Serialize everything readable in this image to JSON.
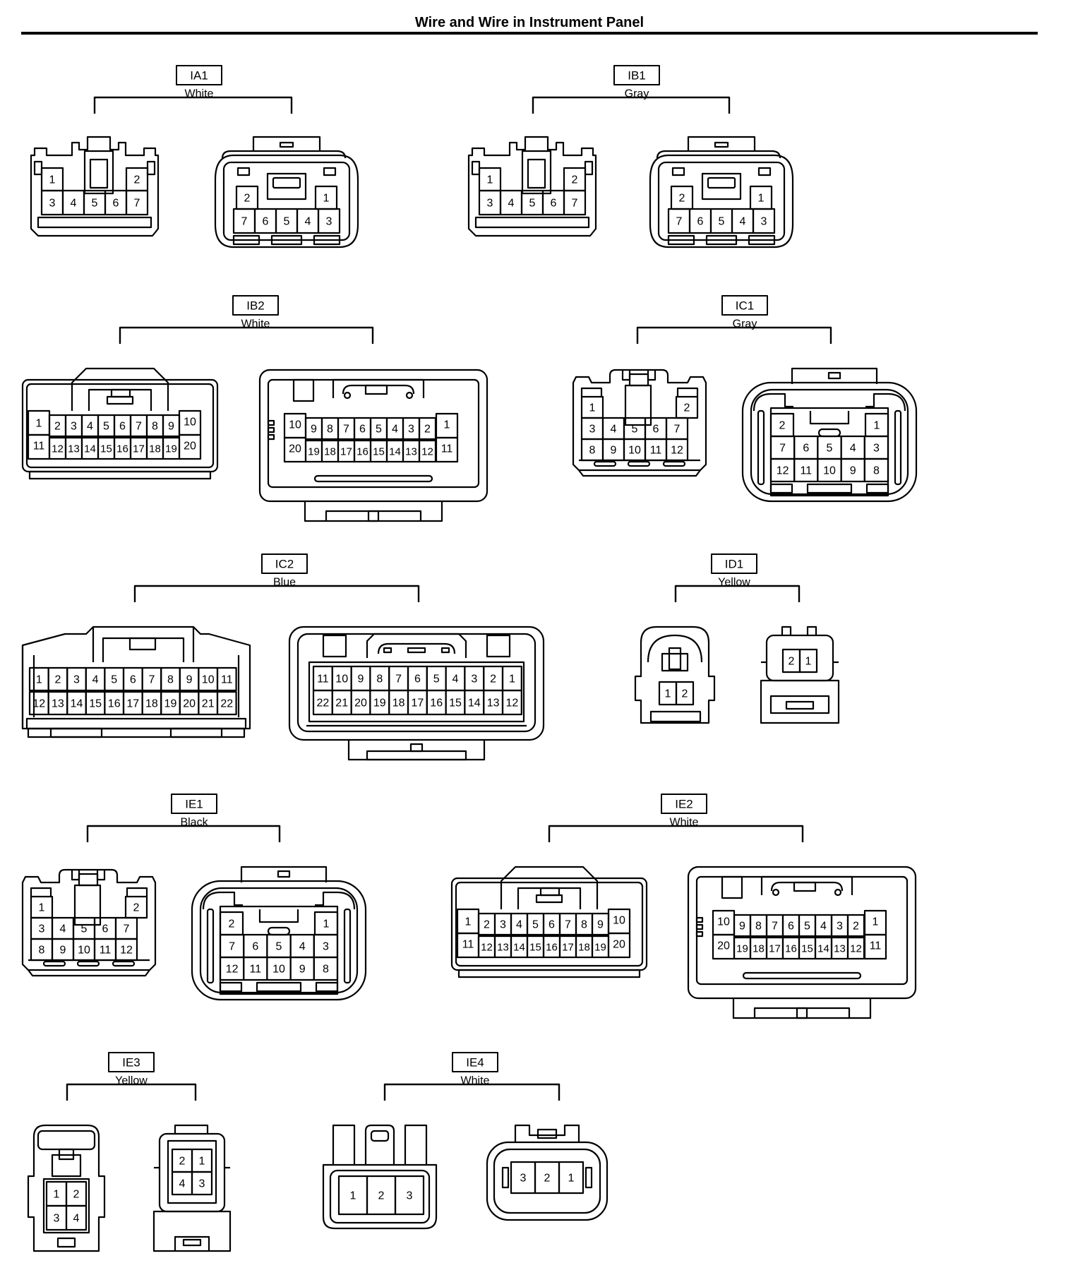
{
  "page": {
    "title": "Wire and Wire in Instrument Panel"
  },
  "connectors": [
    {
      "id": "IA1",
      "color": "White",
      "left": {
        "rows": [
          [
            "1",
            "2"
          ],
          [
            "3",
            "4",
            "5",
            "6",
            "7"
          ]
        ]
      },
      "right": {
        "rows": [
          [
            "2",
            "1"
          ],
          [
            "7",
            "6",
            "5",
            "4",
            "3"
          ]
        ]
      }
    },
    {
      "id": "IB1",
      "color": "Gray",
      "left": {
        "rows": [
          [
            "1",
            "2"
          ],
          [
            "3",
            "4",
            "5",
            "6",
            "7"
          ]
        ]
      },
      "right": {
        "rows": [
          [
            "2",
            "1"
          ],
          [
            "7",
            "6",
            "5",
            "4",
            "3"
          ]
        ]
      }
    },
    {
      "id": "IB2",
      "color": "White",
      "left": {
        "rows": [
          [
            "1",
            "2",
            "3",
            "4",
            "5",
            "6",
            "7",
            "8",
            "9",
            "10"
          ],
          [
            "11",
            "12",
            "13",
            "14",
            "15",
            "16",
            "17",
            "18",
            "19",
            "20"
          ]
        ]
      },
      "right": {
        "rows": [
          [
            "10",
            "9",
            "8",
            "7",
            "6",
            "5",
            "4",
            "3",
            "2",
            "1"
          ],
          [
            "20",
            "19",
            "18",
            "17",
            "16",
            "15",
            "14",
            "13",
            "12",
            "11"
          ]
        ]
      }
    },
    {
      "id": "IC1",
      "color": "Gray",
      "left": {
        "rows": [
          [
            "1",
            "2"
          ],
          [
            "3",
            "4",
            "5",
            "6",
            "7"
          ],
          [
            "8",
            "9",
            "10",
            "11",
            "12"
          ]
        ]
      },
      "right": {
        "rows": [
          [
            "2",
            "1"
          ],
          [
            "7",
            "6",
            "5",
            "4",
            "3"
          ],
          [
            "12",
            "11",
            "10",
            "9",
            "8"
          ]
        ]
      }
    },
    {
      "id": "IC2",
      "color": "Blue",
      "left": {
        "rows": [
          [
            "1",
            "2",
            "3",
            "4",
            "5",
            "6",
            "7",
            "8",
            "9",
            "10",
            "11"
          ],
          [
            "12",
            "13",
            "14",
            "15",
            "16",
            "17",
            "18",
            "19",
            "20",
            "21",
            "22"
          ]
        ]
      },
      "right": {
        "rows": [
          [
            "11",
            "10",
            "9",
            "8",
            "7",
            "6",
            "5",
            "4",
            "3",
            "2",
            "1"
          ],
          [
            "22",
            "21",
            "20",
            "19",
            "18",
            "17",
            "16",
            "15",
            "14",
            "13",
            "12"
          ]
        ]
      }
    },
    {
      "id": "ID1",
      "color": "Yellow",
      "left": {
        "rows": [
          [
            "1",
            "2"
          ]
        ]
      },
      "right": {
        "rows": [
          [
            "2",
            "1"
          ]
        ]
      }
    },
    {
      "id": "IE1",
      "color": "Black",
      "left": {
        "rows": [
          [
            "1",
            "2"
          ],
          [
            "3",
            "4",
            "5",
            "6",
            "7"
          ],
          [
            "8",
            "9",
            "10",
            "11",
            "12"
          ]
        ]
      },
      "right": {
        "rows": [
          [
            "2",
            "1"
          ],
          [
            "7",
            "6",
            "5",
            "4",
            "3"
          ],
          [
            "12",
            "11",
            "10",
            "9",
            "8"
          ]
        ]
      }
    },
    {
      "id": "IE2",
      "color": "White",
      "left": {
        "rows": [
          [
            "1",
            "2",
            "3",
            "4",
            "5",
            "6",
            "7",
            "8",
            "9",
            "10"
          ],
          [
            "11",
            "12",
            "13",
            "14",
            "15",
            "16",
            "17",
            "18",
            "19",
            "20"
          ]
        ]
      },
      "right": {
        "rows": [
          [
            "10",
            "9",
            "8",
            "7",
            "6",
            "5",
            "4",
            "3",
            "2",
            "1"
          ],
          [
            "20",
            "19",
            "18",
            "17",
            "16",
            "15",
            "14",
            "13",
            "12",
            "11"
          ]
        ]
      }
    },
    {
      "id": "IE3",
      "color": "Yellow",
      "left": {
        "rows": [
          [
            "1",
            "2"
          ],
          [
            "3",
            "4"
          ]
        ]
      },
      "right": {
        "rows": [
          [
            "2",
            "1"
          ],
          [
            "4",
            "3"
          ]
        ]
      }
    },
    {
      "id": "IE4",
      "color": "White",
      "left": {
        "rows": [
          [
            "1",
            "2",
            "3"
          ]
        ]
      },
      "right": {
        "rows": [
          [
            "3",
            "2",
            "1"
          ]
        ]
      }
    }
  ]
}
